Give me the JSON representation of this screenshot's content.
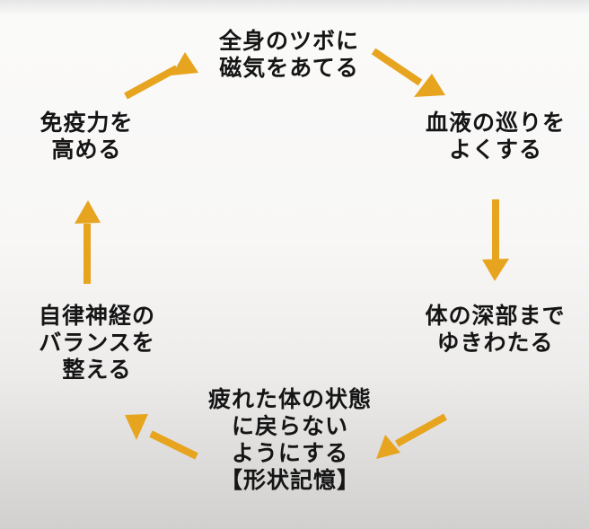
{
  "colors": {
    "arrow": "#E7A41F",
    "text": "#151515",
    "background_top": "#FAFAF9",
    "background_bottom": "#D1D0CF"
  },
  "cycle": {
    "description_direction": "clockwise",
    "nodes": [
      {
        "id": "apply-magnetism",
        "position": "top",
        "lines": [
          "全身のツボに",
          "磁気をあてる"
        ]
      },
      {
        "id": "blood-circulation",
        "position": "right-top",
        "lines": [
          "血液の巡りを",
          "よくする"
        ]
      },
      {
        "id": "reach-deep",
        "position": "right-bottom",
        "lines": [
          "体の深部まで",
          "ゆきわたる"
        ]
      },
      {
        "id": "shape-memory",
        "position": "bottom",
        "lines": [
          "疲れた体の状態",
          "に戻らない",
          "ようにする",
          "【形状記憶】"
        ]
      },
      {
        "id": "autonomic-balance",
        "position": "left-bottom",
        "lines": [
          "自律神経の",
          "バランスを",
          "整える"
        ]
      },
      {
        "id": "boost-immunity",
        "position": "left-top",
        "lines": [
          "免疫力を",
          "高める"
        ]
      }
    ]
  }
}
